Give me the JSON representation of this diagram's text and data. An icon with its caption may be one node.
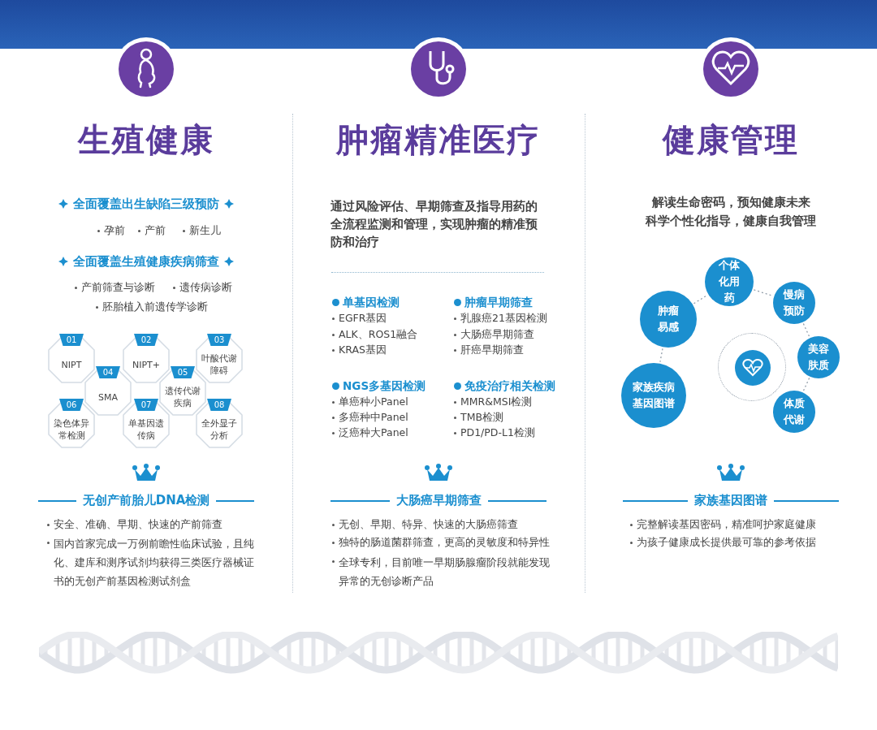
{
  "diagram": {
    "nodes": [
      {
        "text": [
          "01",
          "NIPT"
        ]
      },
      {
        "text": [
          "02",
          "NIPT+"
        ]
      },
      {
        "text": [
          "03",
          "叶酸代谢障碍"
        ]
      },
      {
        "text": [
          "04",
          "SMA"
        ]
      },
      {
        "text": [
          "05",
          "遗传代谢疾病"
        ]
      },
      {
        "text": [
          "06",
          "染色体异常检测"
        ]
      },
      {
        "text": [
          "07",
          "单基因遗传病"
        ]
      },
      {
        "text": [
          "08",
          "全外显子分析"
        ]
      },
      {
        "text": [
          "个体化用药"
        ]
      },
      {
        "text": [
          "慢病预防"
        ]
      },
      {
        "text": [
          "肿瘤易感"
        ]
      },
      {
        "text": [
          "美容肤质"
        ]
      },
      {
        "text": [],
        "shape": "circle"
      },
      {
        "text": [
          "家族疾病基因图谱"
        ]
      },
      {
        "text": [
          "体质代谢"
        ]
      }
    ],
    "edges": [
      {
        "from": 10,
        "to": 8,
        "arrow": "none",
        "style": "dashed"
      },
      {
        "from": 8,
        "to": 9,
        "arrow": "none",
        "style": "dashed"
      },
      {
        "from": 9,
        "to": 11,
        "arrow": "none",
        "style": "dashed"
      },
      {
        "from": 11,
        "to": 14,
        "arrow": "none",
        "style": "dashed"
      },
      {
        "from": 10,
        "to": 13,
        "arrow": "none",
        "style": "dashed"
      }
    ],
    "labels": [
      "生殖健康",
      "全面覆盖出生缺陷三级预防",
      "孕前",
      "产前",
      "新生儿",
      "全面覆盖生殖健康疾病筛查",
      "产前筛查与诊断",
      "遗传病诊断",
      "胚胎植入前遗传学诊断",
      "无创产前胎儿DNA检测",
      "安全、准确、早期、快速的产前筛查",
      "国内首家完成一万例前瞻性临床试验，且纯化、建库和测序试剂均获得三类医疗器械证书的无创产前基因检测试剂盒",
      "肿瘤精准医疗",
      "通过风险评估、早期筛查及指导用药的全流程监测和管理，实现肿瘤的精准预防和治疗",
      "单基因检测",
      "EGFR基因",
      "ALK、ROS1融合",
      "KRAS基因",
      "肿瘤早期筛查",
      "乳腺癌21基因检测",
      "大肠癌早期筛查",
      "肝癌早期筛查",
      "NGS多基因检测",
      "单癌种小Panel",
      "多癌种中Panel",
      "泛癌种大Panel",
      "免疫治疗相关检测",
      "MMR&MSI检测",
      "TMB检测",
      "PD1/PD-L1检测",
      "大肠癌早期筛查",
      "无创、早期、特异、快速的大肠癌筛查",
      "独特的肠道菌群筛查，更高的灵敏度和特异性",
      "全球专利，目前唯一早期肠腺瘤阶段就能发现异常的无创诊断产品",
      "健康管理",
      "解读生命密码，预知健康未来",
      "科学个性化指导，健康自我管理",
      "家族基因图谱",
      "完整解读基因密码，精准呵护家庭健康",
      "为孩子健康成长提供最可靠的参考依据"
    ]
  }
}
